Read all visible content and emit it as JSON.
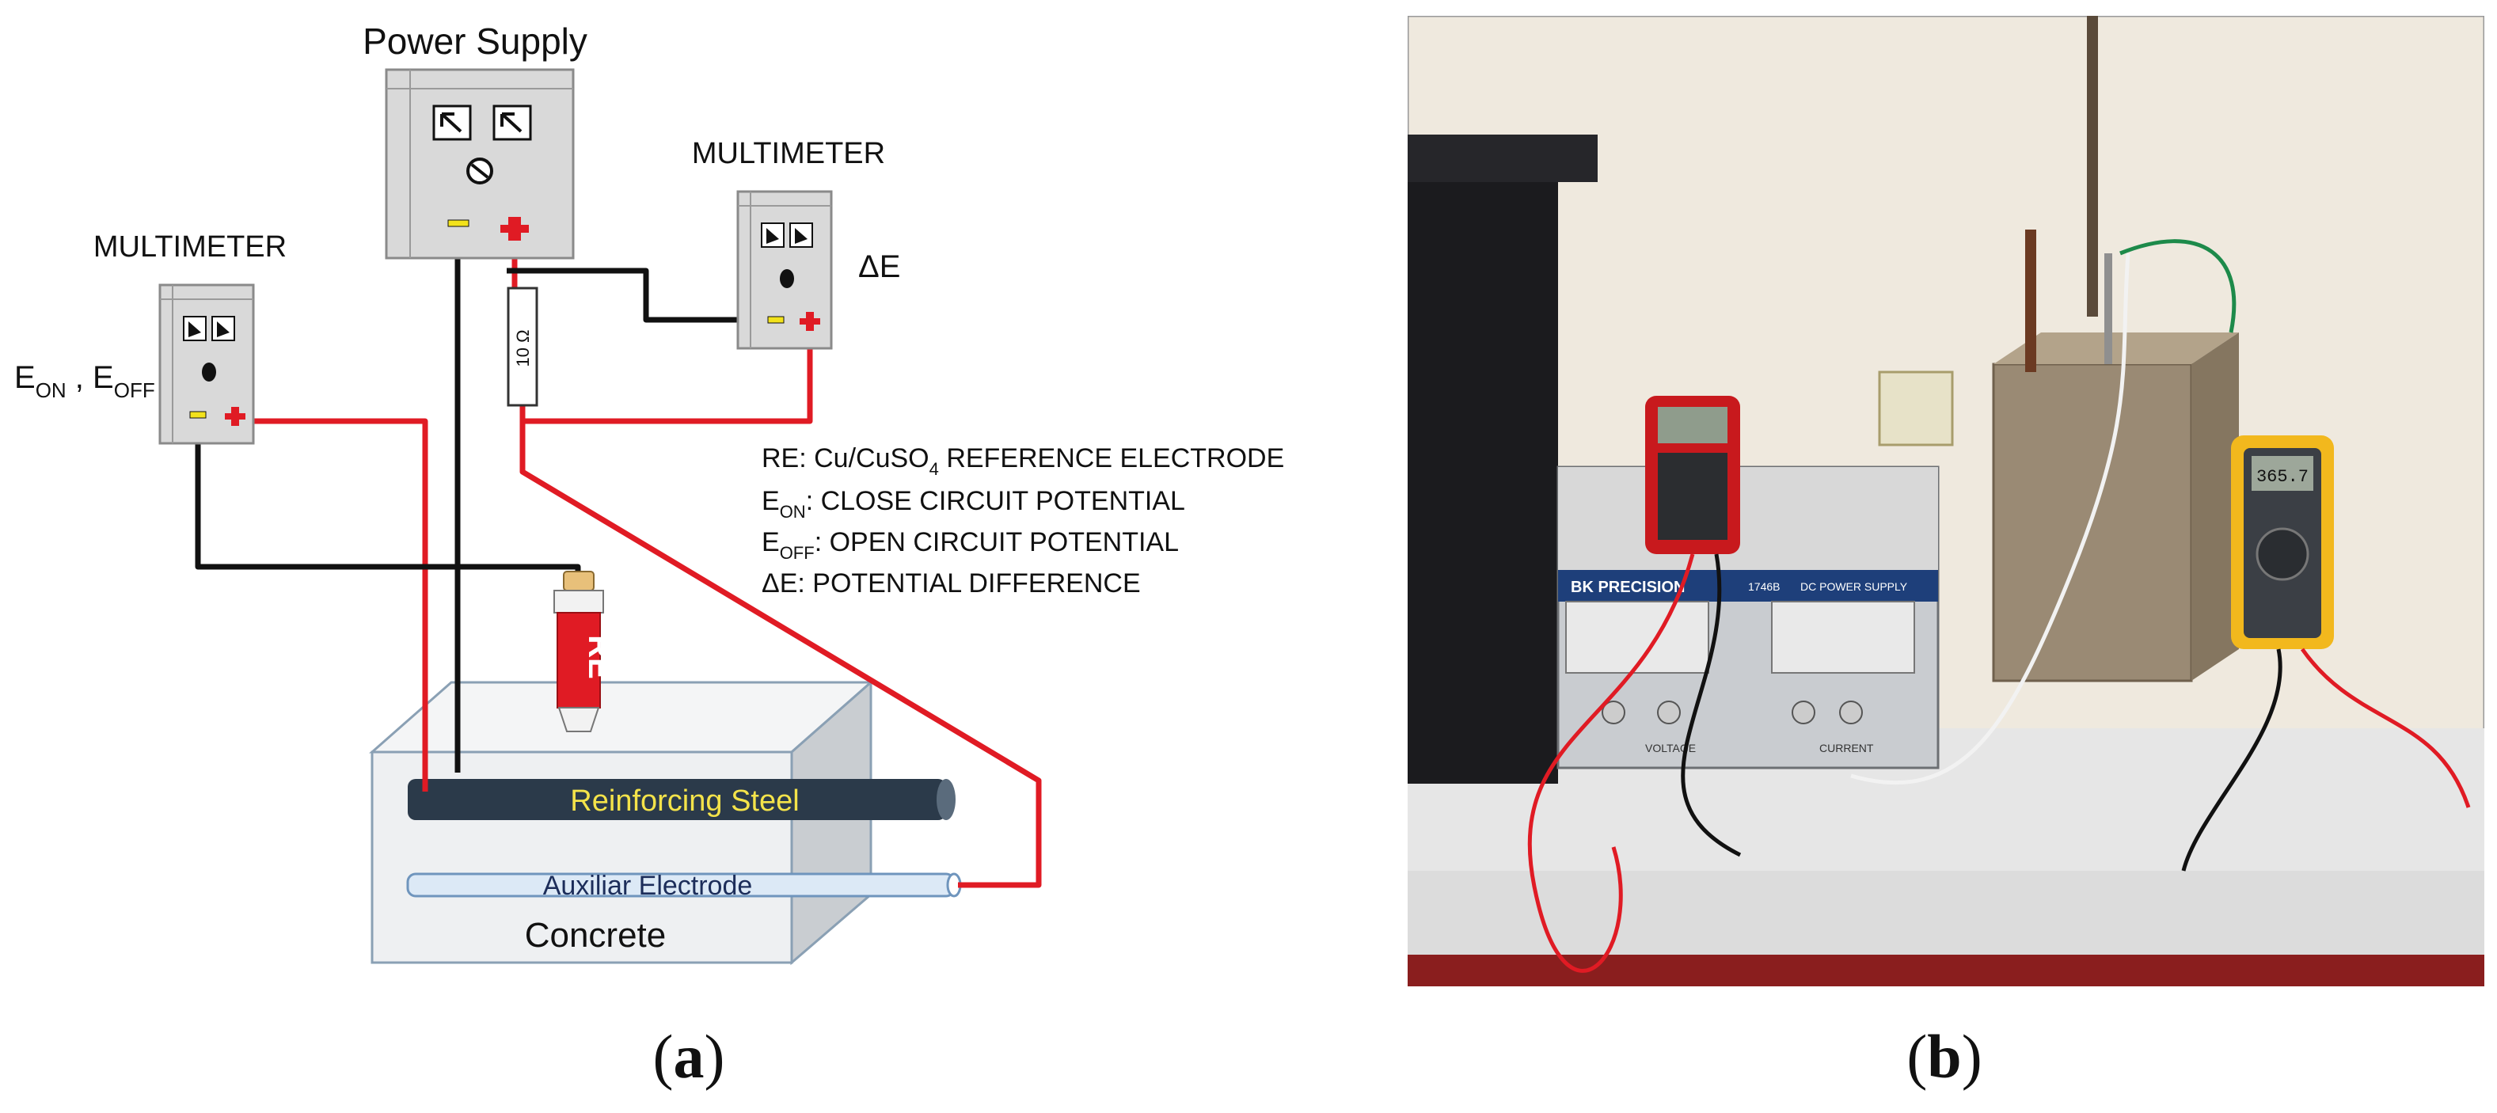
{
  "panel_a": {
    "power_supply_title": "Power Supply",
    "multimeter_left_title": "MULTIMETER",
    "multimeter_right_title": "MULTIMETER",
    "e_on": "ON",
    "e_off": "OFF",
    "e_prefix": "E",
    "delta_e": "ΔE",
    "resistor": "10 Ω",
    "re_probe": "RE",
    "reinforcing_steel": "Reinforcing Steel",
    "auxiliar_electrode": "Auxiliar Electrode",
    "concrete": "Concrete",
    "legend": {
      "re_label": "RE: Cu/CuSO",
      "re_sub": "4",
      "re_rest": " REFERENCE ELECTRODE",
      "eon_sub": "ON",
      "eon_rest": ": CLOSE CIRCUIT POTENTIAL",
      "eoff_sub": "OFF",
      "eoff_rest": ": OPEN CIRCUIT POTENTIAL",
      "de_line": "ΔE: POTENTIAL DIFFERENCE"
    }
  },
  "panel_b": {
    "psu_brand": "BK PRECISION",
    "psu_model": "1746B",
    "psu_name": "DC POWER SUPPLY",
    "psu_voltage": "VOLTAGE",
    "psu_current": "CURRENT",
    "meter_reading": "365.7"
  },
  "captions": {
    "a": "a",
    "b": "b"
  },
  "colors": {
    "wire_red": "#e01b24",
    "wire_black": "#111111",
    "steel": "#2b3a4a",
    "aux": "#cfe3f5",
    "concrete": "#eef0f2",
    "box": "#d9d9d9"
  }
}
